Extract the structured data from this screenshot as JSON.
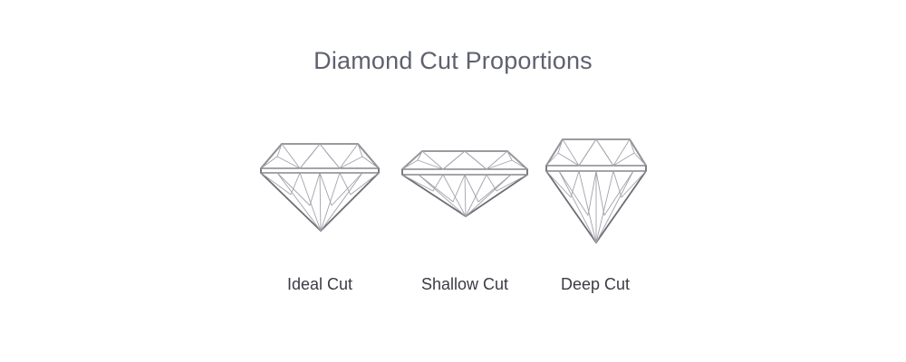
{
  "title": "Diamond Cut Proportions",
  "diamonds": [
    {
      "label": "Ideal Cut"
    },
    {
      "label": "Shallow Cut"
    },
    {
      "label": "Deep Cut"
    }
  ],
  "colors": {
    "title": "#5f6170",
    "caption": "#3a3b45",
    "outline": "#6d6d76",
    "facet": "#a2a2aa"
  }
}
